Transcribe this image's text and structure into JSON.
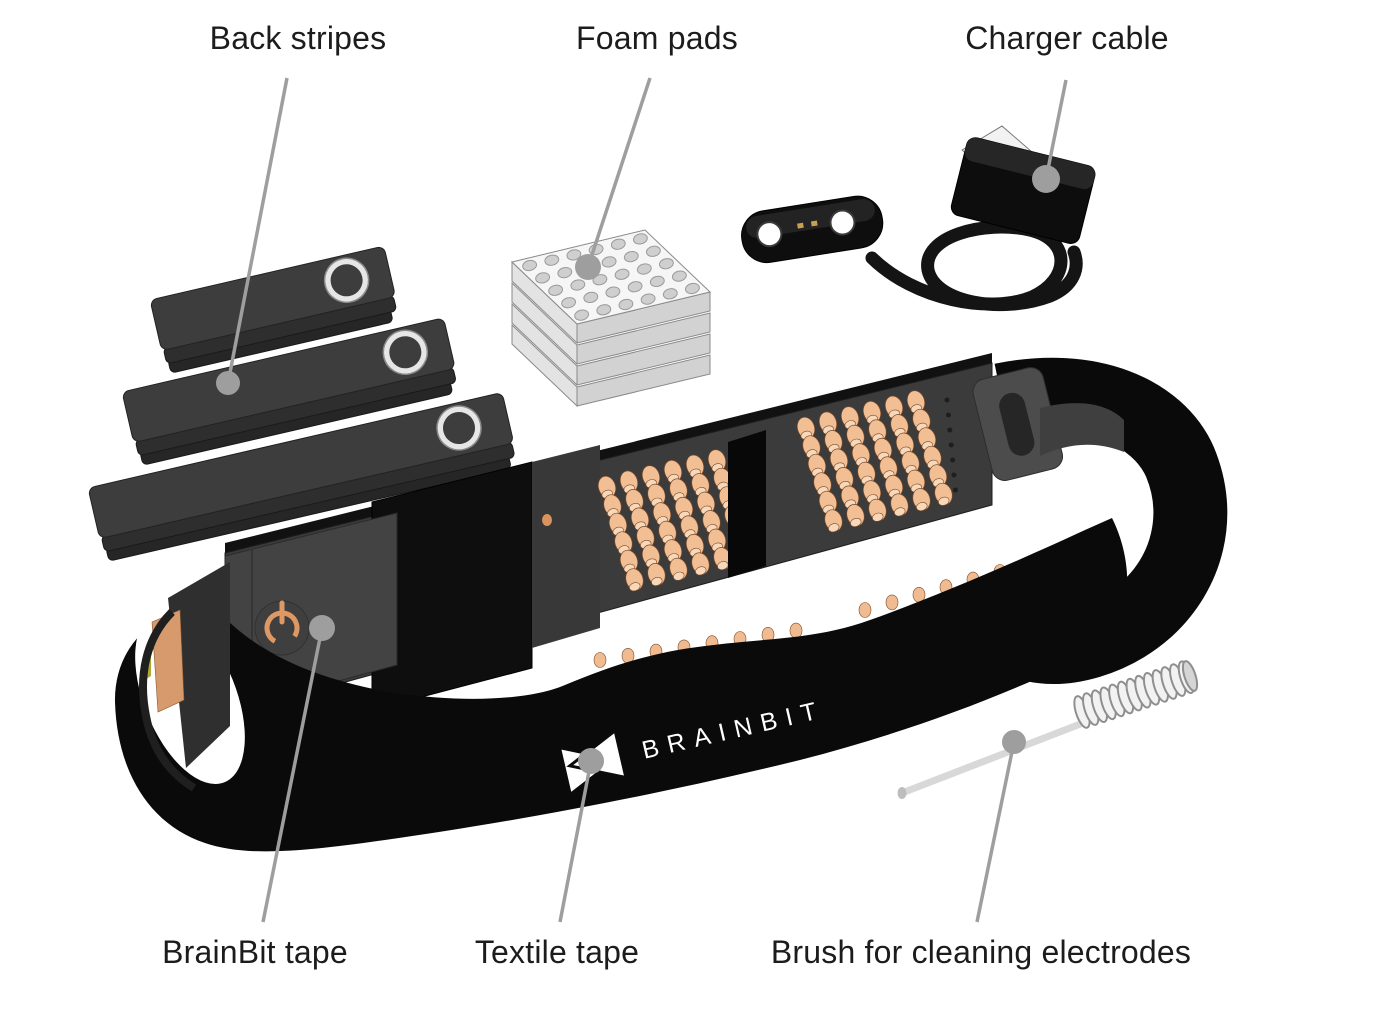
{
  "diagram": {
    "labels": {
      "back_stripes": "Back stripes",
      "foam_pads": "Foam pads",
      "charger_cable": "Charger cable",
      "brainbit_tape": "BrainBit tape",
      "textile_tape": "Textile tape",
      "brush": "Brush for cleaning electrodes"
    },
    "logo": {
      "text": "BRAINBIT"
    },
    "colors": {
      "background": "#ffffff",
      "label_text": "#1c1c1c",
      "callout_gray": "#9e9e9e",
      "band_black": "#0a0a0a",
      "band_inner_gray": "#3b3b3b",
      "electrode_peach": "#f2bf95",
      "power_icon_orange": "#dd9864"
    }
  }
}
